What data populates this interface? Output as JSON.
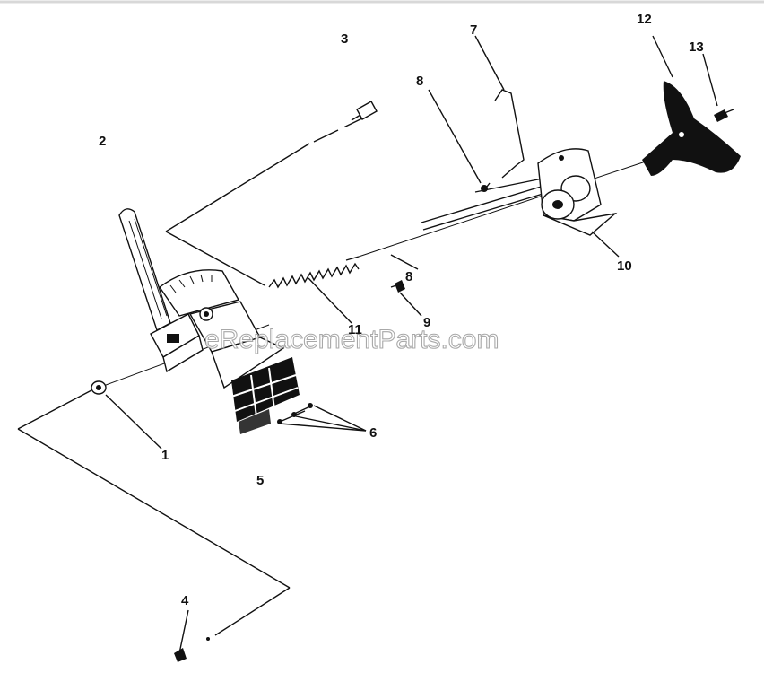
{
  "watermark": "eReplacementParts.com",
  "callouts": {
    "c1": "1",
    "c2": "2",
    "c3": "3",
    "c4": "4",
    "c5": "5",
    "c6": "6",
    "c7": "7",
    "c8a": "8",
    "c8b": "8",
    "c9": "9",
    "c10": "10",
    "c11": "11",
    "c12": "12",
    "c13": "13"
  }
}
